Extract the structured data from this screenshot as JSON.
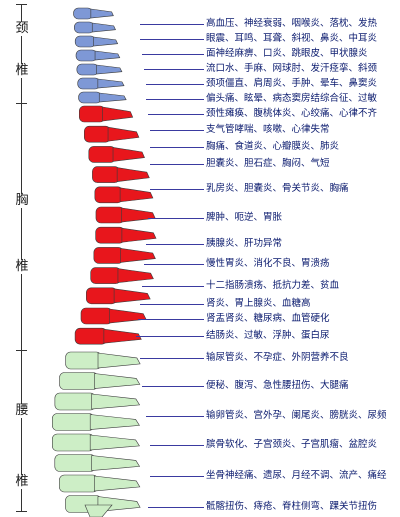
{
  "regions": {
    "cervical_1": "颈",
    "cervical_2": "椎",
    "thoracic_1": "胸",
    "thoracic_2": "椎",
    "lumbar_1": "腰",
    "lumbar_2": "椎"
  },
  "labels": [
    "高血压、神经衰弱、咽喉炎、落枕、发热",
    "眼震、耳鸣、耳聋、斜视、鼻炎、中耳炎",
    "面神经麻痹、口炎、跳眼皮、甲状腺炎",
    "流口水、手麻、网球肘、发汗痉挛、斜颈",
    "颈项僵直、肩周炎、手肿、晕车、鼻窦炎",
    "偏头痛、眩晕、病态窦房结综合征、过敏",
    "颈性瘫痪、腹桃体炎、心绞痛、心律不齐",
    "支气管哮喘、咳嗽、心律失常",
    "胸痛、食道炎、心瓣膜炎、肺炎",
    "胆囊炎、胆石症、胸闷、气短",
    "乳房炎、胆囊炎、骨关节炎、胸痛",
    "脾肿、呃逆、胃胀",
    "胰腺炎、肝功异常",
    "慢性胃炎、消化不良、胃溃疡",
    "十二指肠溃疡、抵抗力差、贫血",
    "肾炎、胃上腺炎、血糖高",
    "肾盂肾炎、糖尿病、血管硬化",
    "结肠炎、过敏、浮肿、蛋白尿",
    "输尿管炎、不孕症、外阴营养不良",
    "便秘、腹泻、急性腰扭伤、大腿痛",
    "输卵管炎、宫外孕、阑尾炎、膀胱炎、尿频",
    "膑骨软化、子宫颈炎、子宫肌瘤、盆腔炎",
    "坐骨神经痛、遗尿、月经不调、流产、痛经",
    "骶髂扭伤、痔疮、脊柱侧弯、踝关节扭伤"
  ],
  "colors": {
    "cervical": "#7e98d6",
    "thoracic": "#e8161c",
    "lumbar": "#cdeec6",
    "label_text": "#0a1a6e",
    "leader_line": "#3a3aa0"
  }
}
